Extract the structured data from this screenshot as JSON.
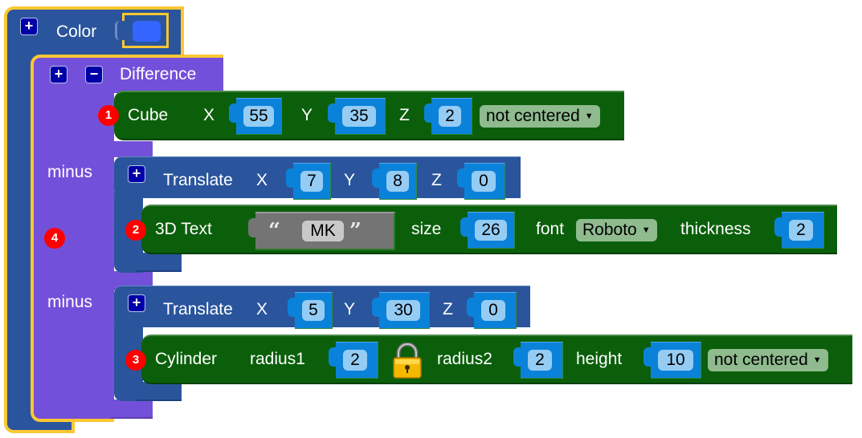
{
  "workspace": {
    "color_block": {
      "label": "Color",
      "swatch_color": "#3465ff",
      "add_button": "+"
    },
    "difference_block": {
      "label": "Difference",
      "add_button": "+",
      "remove_button": "−",
      "minus_labels": [
        "minus",
        "minus"
      ],
      "badge": "4"
    },
    "cube_block": {
      "badge": "1",
      "label": "Cube",
      "x_label": "X",
      "x": "55",
      "y_label": "Y",
      "y": "35",
      "z_label": "Z",
      "z": "2",
      "center_option": "not centered"
    },
    "translate_1": {
      "add_button": "+",
      "label": "Translate",
      "x_label": "X",
      "x": "7",
      "y_label": "Y",
      "y": "8",
      "z_label": "Z",
      "z": "0"
    },
    "text3d_block": {
      "badge": "2",
      "label": "3D Text",
      "open_quote": "“",
      "text": "MK",
      "close_quote": "”",
      "size_label": "size",
      "size": "26",
      "font_label": "font",
      "font": "Roboto",
      "thickness_label": "thickness",
      "thickness": "2"
    },
    "translate_2": {
      "add_button": "+",
      "label": "Translate",
      "x_label": "X",
      "x": "5",
      "y_label": "Y",
      "y": "30",
      "z_label": "Z",
      "z": "0"
    },
    "cylinder_block": {
      "badge": "3",
      "label": "Cylinder",
      "radius1_label": "radius1",
      "radius1": "2",
      "lock_icon": "lock-icon",
      "radius2_label": "radius2",
      "radius2": "2",
      "height_label": "height",
      "height": "10",
      "center_option": "not centered"
    }
  },
  "colors": {
    "color_block": "#2a559c",
    "highlight": "#fcc733",
    "difference_block": "#7350d9",
    "shape_block": "#0b5f0b",
    "number_socket": "#0b82d9",
    "number_field": "#95ccf4",
    "dropdown": "#8fbb8f",
    "badge": "#ff0000"
  }
}
